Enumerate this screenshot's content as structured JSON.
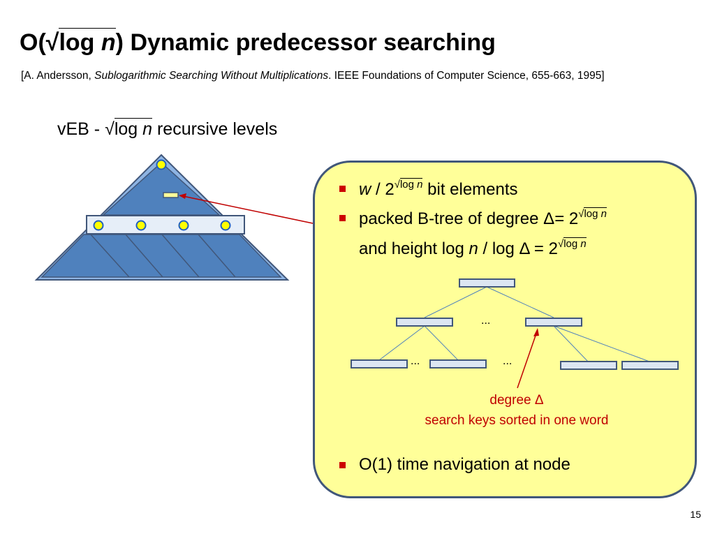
{
  "slide": {
    "title_prefix": "O(",
    "title_sqrt": "√",
    "title_log": "log ",
    "title_n": "n",
    "title_suffix": ") Dynamic predecessor searching",
    "citation_prefix": "[A. Andersson, ",
    "citation_italic": "Sublogarithmic Searching Without Multiplications",
    "citation_suffix": ". IEEE Foundations of Computer Science, 655-663, 1995]",
    "veb_prefix": "vEB - ",
    "veb_sqrt": "√",
    "veb_log": "log ",
    "veb_n": "n",
    "veb_suffix": " recursive levels",
    "page_number": "15"
  },
  "panel": {
    "bullet1": {
      "w": "w",
      "mid": " / 2",
      "sup_sqrt": "√",
      "sup_log": "log ",
      "sup_n": "n",
      "end": " bit elements"
    },
    "bullet2": {
      "line1_text": "packed B-tree of degree ",
      "line1_delta": "Δ",
      "line1_eq": "= 2",
      "line2_text": "and height log ",
      "line2_n": "n",
      "line2_mid": " / log ",
      "line2_delta": "Δ",
      "line2_eq": " = 2",
      "sup_sqrt": "√",
      "sup_log": "log ",
      "sup_n": "n"
    },
    "tree_ellipses": [
      "...",
      "...",
      "..."
    ],
    "note_line1": "degree Δ",
    "note_line2": "search keys sorted in one word",
    "bullet3": "O(1) time navigation at node"
  },
  "colors": {
    "accent_red": "#c00000",
    "panel_fill": "#ffff99",
    "panel_border": "#41577a",
    "triangle_fill": "#4f81bd",
    "triangle_light": "#8eb4e3",
    "node_yellow": "#ffff00"
  }
}
